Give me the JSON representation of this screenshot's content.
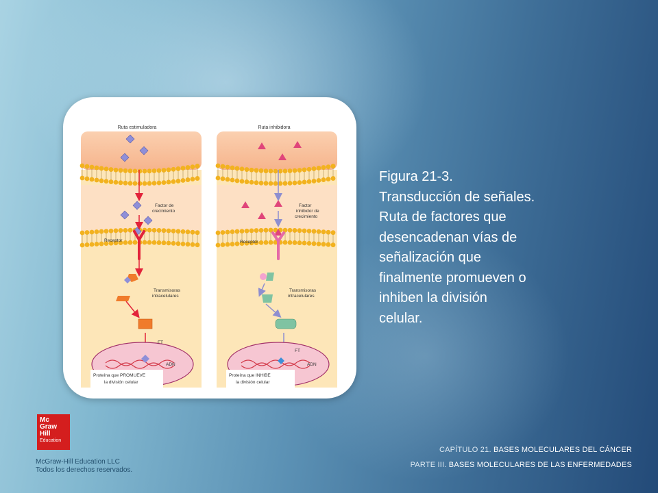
{
  "figure": {
    "left_panel": {
      "title": "Ruta estimuladora",
      "factor_label_1": "Factor de",
      "factor_label_2": "crecimiento",
      "receptor_label": "Receptor",
      "transmitters_label_1": "Transmisoras",
      "transmitters_label_2": "intracelulares",
      "ft_label": "FT",
      "dna_label": "ADN",
      "result_label_1": "Proteína que PROMUEVE",
      "result_label_2": "la división celular"
    },
    "right_panel": {
      "title": "Ruta inhibidora",
      "factor_label_1": "Factor",
      "factor_label_2": "inhibidor de",
      "factor_label_3": "crecimiento",
      "receptor_label": "Receptor",
      "transmitters_label_1": "Transmisoras",
      "transmitters_label_2": "intracelulares",
      "ft_label": "FT",
      "dna_label": "ADN",
      "result_label_1": "Proteína que INHIBE",
      "result_label_2": "la división celular"
    },
    "colors": {
      "membrane_bead": "#f2b21f",
      "cytoplasm": "#fde6b8",
      "stimulatory_arrow": "#e2233a",
      "inhibitory_arrow": "#8e8ed0",
      "nucleus": "#f6c6d2"
    }
  },
  "caption": {
    "line1": "Figura 21-3.",
    "line2": "Transducción de señales.",
    "line3": "Ruta de factores que",
    "line4": "desencadenan vías de",
    "line5": "señalización que",
    "line6": "finalmente promueven o",
    "line7": "inhiben la división",
    "line8": "celular."
  },
  "logo": {
    "line1": "Mc",
    "line2": "Graw",
    "line3": "Hill",
    "line4": "Education"
  },
  "copyright": {
    "line1": "McGraw-Hill Education LLC",
    "line2": "Todos los derechos reservados."
  },
  "chapter": {
    "chapter_prefix": "CAPÍTULO 21.",
    "chapter_title": "BASES MOLECULARES DEL CÁNCER",
    "part_prefix": "PARTE III.",
    "part_title": "BASES MOLECULARES DE LAS ENFERMEDADES"
  }
}
